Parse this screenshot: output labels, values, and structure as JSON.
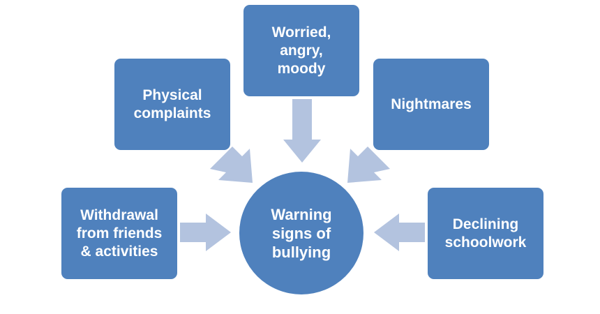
{
  "diagram": {
    "center": {
      "label": "Warning\nsigns of\nbullying"
    },
    "boxes": [
      {
        "id": "worried",
        "label": "Worried,\nangry,\nmoody"
      },
      {
        "id": "physical",
        "label": "Physical\ncomplaints"
      },
      {
        "id": "nightmares",
        "label": "Nightmares"
      },
      {
        "id": "withdrawal",
        "label": "Withdrawal\nfrom friends\n& activities"
      },
      {
        "id": "declining",
        "label": "Declining\nschoolwork"
      }
    ]
  },
  "colors": {
    "box_fill": "#4f81bd",
    "arrow_fill": "#b3c3df",
    "text": "#ffffff",
    "background": "#ffffff"
  }
}
